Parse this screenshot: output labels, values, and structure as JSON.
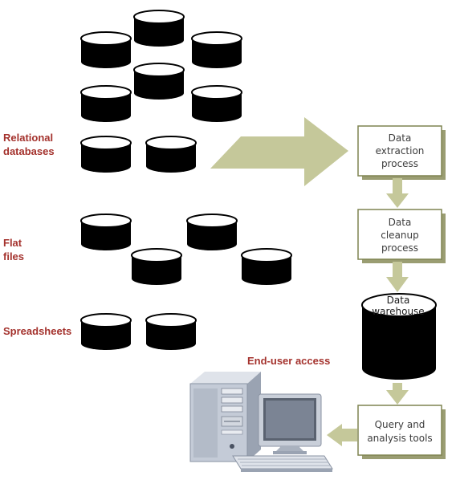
{
  "diagram": {
    "labels": {
      "relational_line1": "Relational",
      "relational_line2": "databases",
      "flat_line1": "Flat",
      "flat_line2": "files",
      "spreadsheets": "Spreadsheets",
      "end_user_access": "End-user access"
    },
    "process_boxes": {
      "extraction": [
        "Data",
        "extraction",
        "process"
      ],
      "cleanup": [
        "Data",
        "cleanup",
        "process"
      ],
      "query": [
        "Query and",
        "analysis tools"
      ]
    },
    "warehouse": [
      "Data",
      "warehouse"
    ],
    "colors": {
      "label_red": "#a4322d",
      "arrow_olive": "#c5c89a",
      "box_border": "#7f8451",
      "box_shadow": "#9a9d72",
      "cylinder": "#000000"
    }
  }
}
